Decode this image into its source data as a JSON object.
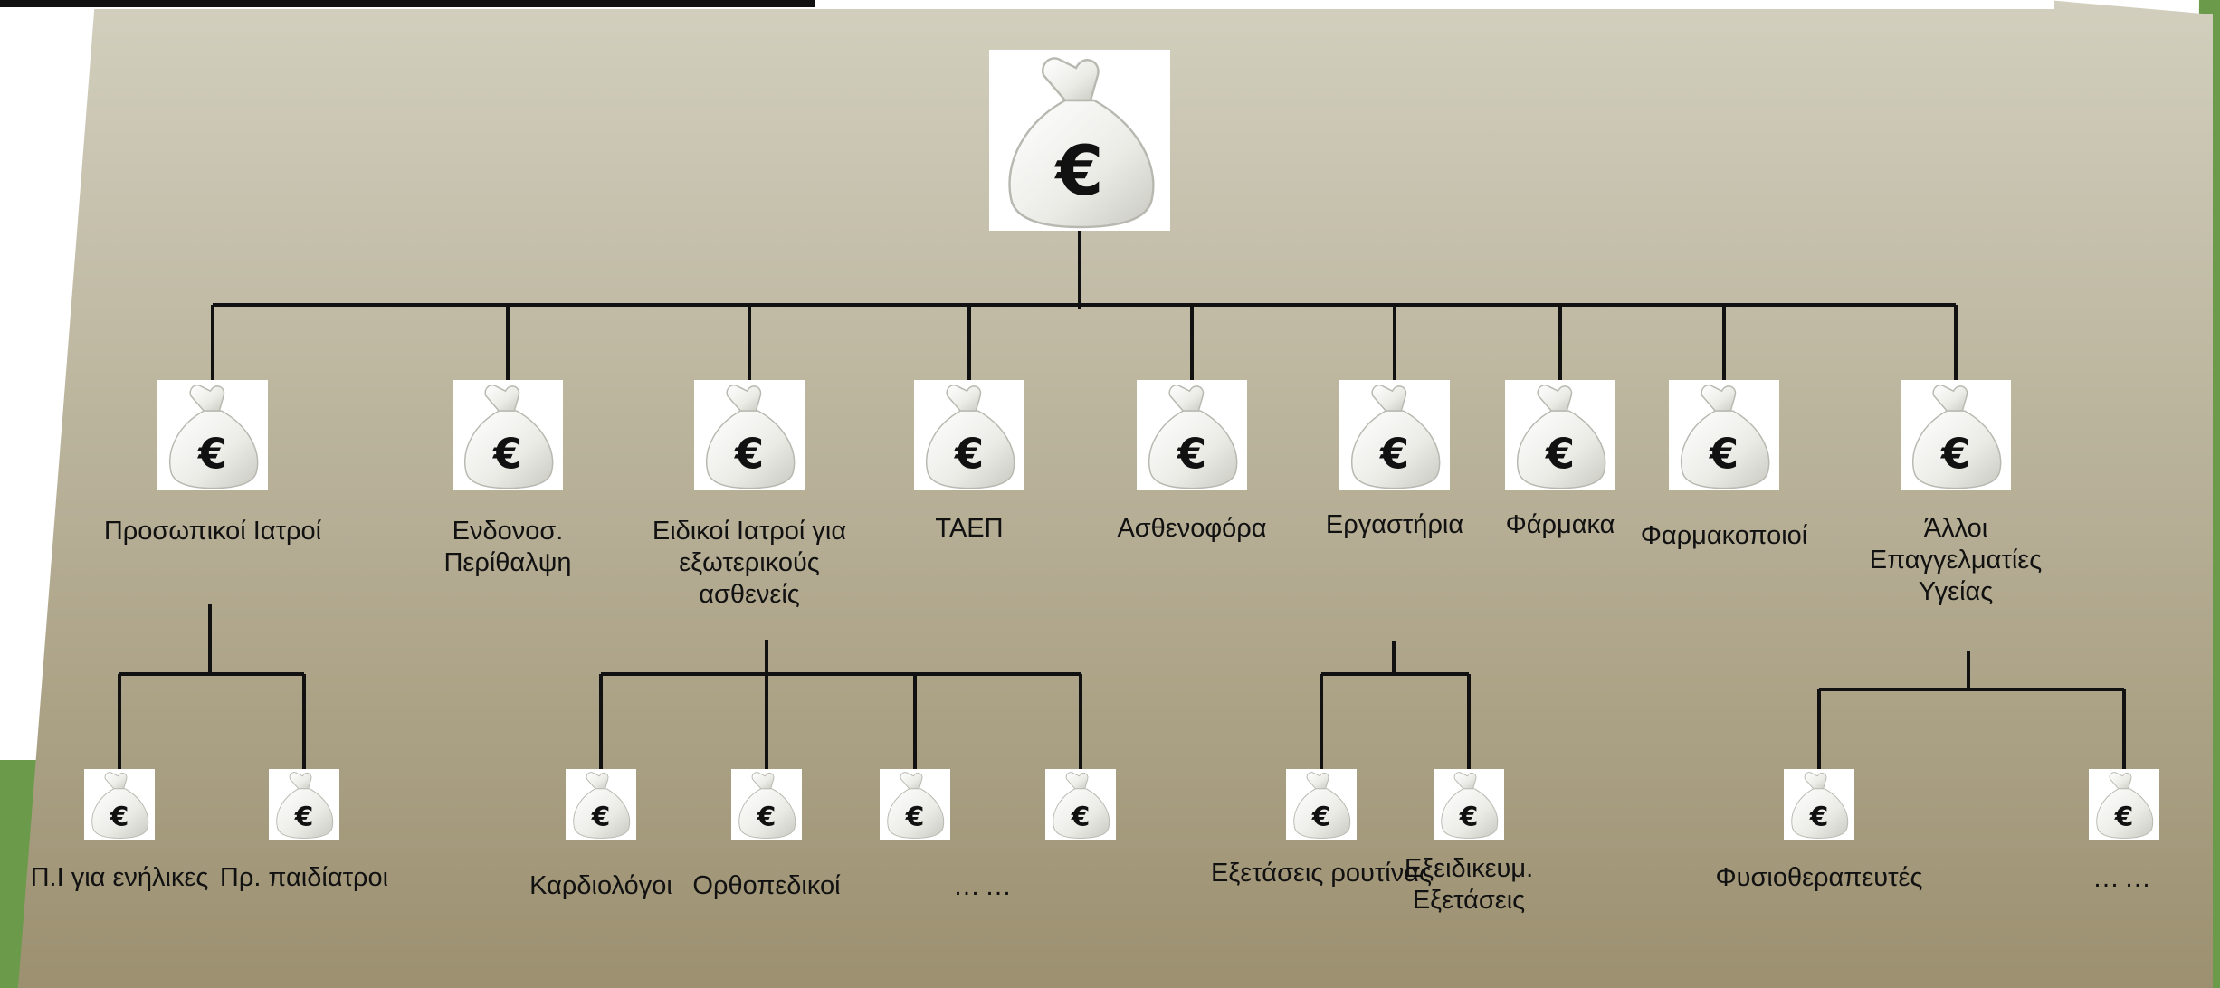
{
  "colors": {
    "background": "#ffffff",
    "side_green": "#6b9a4a",
    "panel_top": "#d2cfbe",
    "panel_bottom": "#9c9070",
    "connector": "#111111",
    "money_bag": "#eeeeea",
    "euro_sign": "#111111"
  },
  "icons": {
    "node_icon": "money-bag-euro-icon"
  },
  "root": {
    "icon": "money-bag-euro-icon"
  },
  "level1": [
    {
      "label": "Προσωπικοί Ιατροί"
    },
    {
      "label": "Ενδονοσ. Περίθαλψη"
    },
    {
      "label": "Ειδικοί Ιατροί για εξωτερικούς ασθενείς"
    },
    {
      "label": "ΤΑΕΠ"
    },
    {
      "label": "Ασθενοφόρα"
    },
    {
      "label": "Εργαστήρια"
    },
    {
      "label": "Φάρμακα"
    },
    {
      "label": "Φαρμακοποιοί"
    },
    {
      "label": "Άλλοι Επαγγελματίες Υγείας"
    }
  ],
  "level2": [
    {
      "parent": 0,
      "label": "Π.Ι για ενήλικες"
    },
    {
      "parent": 0,
      "label": "Πρ. παιδίατροι"
    },
    {
      "parent": 2,
      "label": "Καρδιολόγοι"
    },
    {
      "parent": 2,
      "label": "Ορθοπεδικοί"
    },
    {
      "parent": 2,
      "label": ""
    },
    {
      "parent": 2,
      "label": "……"
    },
    {
      "parent": 5,
      "label": "Εξετάσεις ρουτίνας"
    },
    {
      "parent": 5,
      "label": "Εξειδικευμ. Εξετάσεις"
    },
    {
      "parent": 8,
      "label": "Φυσιοθεραπευτές"
    },
    {
      "parent": 8,
      "label": "……"
    }
  ]
}
